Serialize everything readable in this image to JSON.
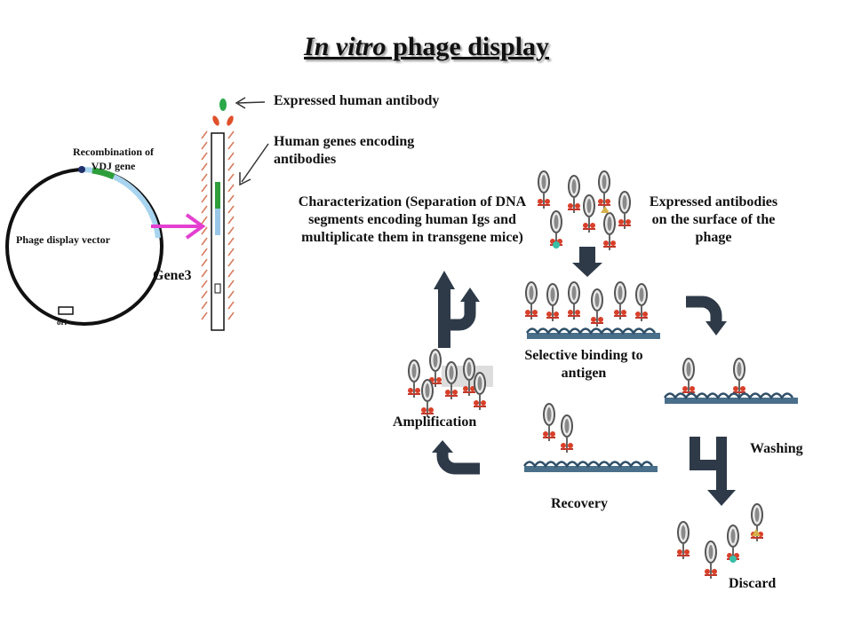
{
  "title": {
    "italic": "In vitro",
    "rest": " phage display"
  },
  "labels": {
    "recombination": "Recombination of VDJ gene",
    "vector": "Phage display vector",
    "ori": "ori",
    "gene3": "Gene3",
    "expressed_human_antibody": "Expressed human antibody",
    "human_genes": "Human genes encoding antibodies",
    "characterization": "Characterization (Separation of DNA segments encoding human Igs and multiplicate them in transgene mice)",
    "expressed_surface": "Expressed antibodies on the surface of the phage",
    "selective_binding": "Selective binding to antigen",
    "amplification": "Amplification",
    "washing": "Washing",
    "recovery": "Recovery",
    "discard": "Discard"
  },
  "colors": {
    "arrow_magenta": "#e43fd0",
    "vector_gene_blue": "#a8d4ef",
    "vector_gene_green": "#2e9e3a",
    "antibody_green": "#2aa84a",
    "antibody_red": "#e0502a",
    "big_arrow_dark": "#2e3a48"
  }
}
